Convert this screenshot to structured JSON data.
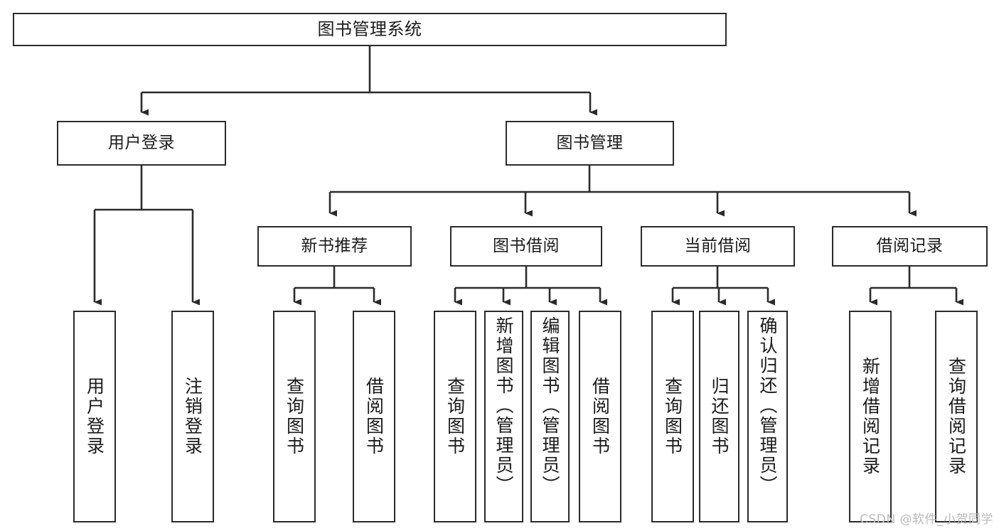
{
  "diagram": {
    "title": "图书管理系统",
    "type": "tree",
    "watermark": "CSDN @软件_小贺同学",
    "line_color": "#2b2b2b",
    "box_fill": "#ffffff",
    "text_color": "#1a1a1a",
    "watermark_color": "#b9b9b9"
  },
  "root": {
    "label": "图书管理系统"
  },
  "level2": [
    {
      "label": "用户登录"
    },
    {
      "label": "图书管理"
    }
  ],
  "level3": [
    {
      "label": "新书推荐"
    },
    {
      "label": "图书借阅"
    },
    {
      "label": "当前借阅"
    },
    {
      "label": "借阅记录"
    }
  ],
  "leaves": {
    "user_login": [
      {
        "label": "用户登录"
      },
      {
        "label": "注销登录"
      }
    ],
    "new_book_recommend": [
      {
        "label": "查询图书"
      },
      {
        "label": "借阅图书"
      }
    ],
    "book_borrow": [
      {
        "label": "查询图书"
      },
      {
        "label": "新增图书（管理员）"
      },
      {
        "label": "编辑图书（管理员）"
      },
      {
        "label": "借阅图书"
      }
    ],
    "current_borrow": [
      {
        "label": "查询图书"
      },
      {
        "label": "归还图书"
      },
      {
        "label": "确认归还（管理员）"
      }
    ],
    "borrow_record": [
      {
        "label": "新增借阅记录"
      },
      {
        "label": "查询借阅记录"
      }
    ]
  }
}
